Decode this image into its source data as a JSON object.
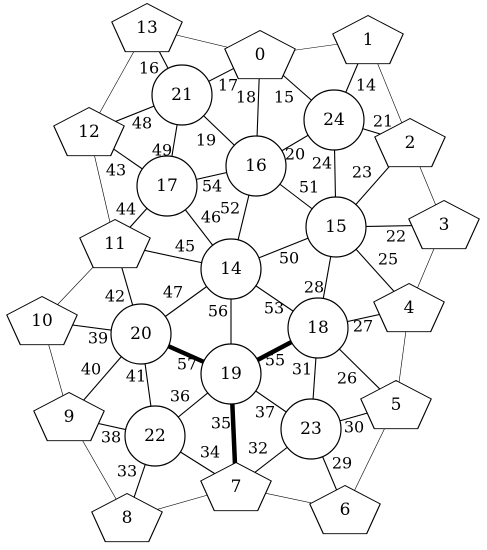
{
  "nodes": [
    {
      "id": "0",
      "shape": "pentagon"
    },
    {
      "id": "1",
      "shape": "pentagon"
    },
    {
      "id": "2",
      "shape": "pentagon"
    },
    {
      "id": "3",
      "shape": "pentagon"
    },
    {
      "id": "4",
      "shape": "pentagon"
    },
    {
      "id": "5",
      "shape": "pentagon"
    },
    {
      "id": "6",
      "shape": "pentagon"
    },
    {
      "id": "7",
      "shape": "pentagon"
    },
    {
      "id": "8",
      "shape": "pentagon"
    },
    {
      "id": "9",
      "shape": "pentagon"
    },
    {
      "id": "10",
      "shape": "pentagon"
    },
    {
      "id": "11",
      "shape": "pentagon"
    },
    {
      "id": "12",
      "shape": "pentagon"
    },
    {
      "id": "13",
      "shape": "pentagon"
    },
    {
      "id": "14",
      "shape": "circle"
    },
    {
      "id": "15",
      "shape": "circle"
    },
    {
      "id": "16",
      "shape": "circle"
    },
    {
      "id": "17",
      "shape": "circle"
    },
    {
      "id": "18",
      "shape": "circle"
    },
    {
      "id": "19",
      "shape": "circle"
    },
    {
      "id": "20",
      "shape": "circle"
    },
    {
      "id": "21",
      "shape": "circle"
    },
    {
      "id": "22",
      "shape": "circle"
    },
    {
      "id": "23",
      "shape": "circle"
    },
    {
      "id": "24",
      "shape": "circle"
    }
  ],
  "edges": [
    {
      "from": "0",
      "to": "13",
      "label": ""
    },
    {
      "from": "0",
      "to": "1",
      "label": ""
    },
    {
      "from": "0",
      "to": "21",
      "label": "17"
    },
    {
      "from": "0",
      "to": "16",
      "label": "18"
    },
    {
      "from": "0",
      "to": "24",
      "label": "15"
    },
    {
      "from": "1",
      "to": "24",
      "label": "14"
    },
    {
      "from": "1",
      "to": "2",
      "label": ""
    },
    {
      "from": "2",
      "to": "24",
      "label": "21"
    },
    {
      "from": "2",
      "to": "15",
      "label": "23"
    },
    {
      "from": "2",
      "to": "3",
      "label": ""
    },
    {
      "from": "3",
      "to": "15",
      "label": "22"
    },
    {
      "from": "3",
      "to": "4",
      "label": ""
    },
    {
      "from": "4",
      "to": "15",
      "label": "25"
    },
    {
      "from": "4",
      "to": "18",
      "label": "27"
    },
    {
      "from": "4",
      "to": "5",
      "label": ""
    },
    {
      "from": "5",
      "to": "18",
      "label": "26"
    },
    {
      "from": "5",
      "to": "23",
      "label": "30"
    },
    {
      "from": "5",
      "to": "6",
      "label": ""
    },
    {
      "from": "6",
      "to": "23",
      "label": "29"
    },
    {
      "from": "6",
      "to": "7",
      "label": ""
    },
    {
      "from": "7",
      "to": "23",
      "label": "32"
    },
    {
      "from": "7",
      "to": "19",
      "label": "35",
      "bold": true
    },
    {
      "from": "7",
      "to": "22",
      "label": "34"
    },
    {
      "from": "7",
      "to": "8",
      "label": ""
    },
    {
      "from": "8",
      "to": "22",
      "label": "33"
    },
    {
      "from": "8",
      "to": "9",
      "label": ""
    },
    {
      "from": "9",
      "to": "22",
      "label": "38"
    },
    {
      "from": "9",
      "to": "20",
      "label": "40"
    },
    {
      "from": "9",
      "to": "10",
      "label": ""
    },
    {
      "from": "10",
      "to": "20",
      "label": "39"
    },
    {
      "from": "10",
      "to": "11",
      "label": ""
    },
    {
      "from": "11",
      "to": "20",
      "label": "42"
    },
    {
      "from": "11",
      "to": "14",
      "label": "45"
    },
    {
      "from": "11",
      "to": "17",
      "label": "44"
    },
    {
      "from": "11",
      "to": "12",
      "label": ""
    },
    {
      "from": "12",
      "to": "17",
      "label": "43"
    },
    {
      "from": "12",
      "to": "21",
      "label": "48"
    },
    {
      "from": "12",
      "to": "13",
      "label": ""
    },
    {
      "from": "13",
      "to": "21",
      "label": "16"
    },
    {
      "from": "21",
      "to": "16",
      "label": "19"
    },
    {
      "from": "21",
      "to": "17",
      "label": "49"
    },
    {
      "from": "16",
      "to": "24",
      "label": "20"
    },
    {
      "from": "16",
      "to": "17",
      "label": "54"
    },
    {
      "from": "16",
      "to": "15",
      "label": "51"
    },
    {
      "from": "16",
      "to": "14",
      "label": "52"
    },
    {
      "from": "24",
      "to": "15",
      "label": "24"
    },
    {
      "from": "17",
      "to": "14",
      "label": "46"
    },
    {
      "from": "15",
      "to": "14",
      "label": "50"
    },
    {
      "from": "15",
      "to": "18",
      "label": "28"
    },
    {
      "from": "14",
      "to": "18",
      "label": "53"
    },
    {
      "from": "14",
      "to": "20",
      "label": "47"
    },
    {
      "from": "14",
      "to": "19",
      "label": "56"
    },
    {
      "from": "20",
      "to": "19",
      "label": "57",
      "bold": true
    },
    {
      "from": "20",
      "to": "22",
      "label": "41"
    },
    {
      "from": "18",
      "to": "19",
      "label": "55",
      "bold": true
    },
    {
      "from": "18",
      "to": "23",
      "label": "31"
    },
    {
      "from": "19",
      "to": "22",
      "label": "36"
    },
    {
      "from": "19",
      "to": "23",
      "label": "37"
    }
  ]
}
